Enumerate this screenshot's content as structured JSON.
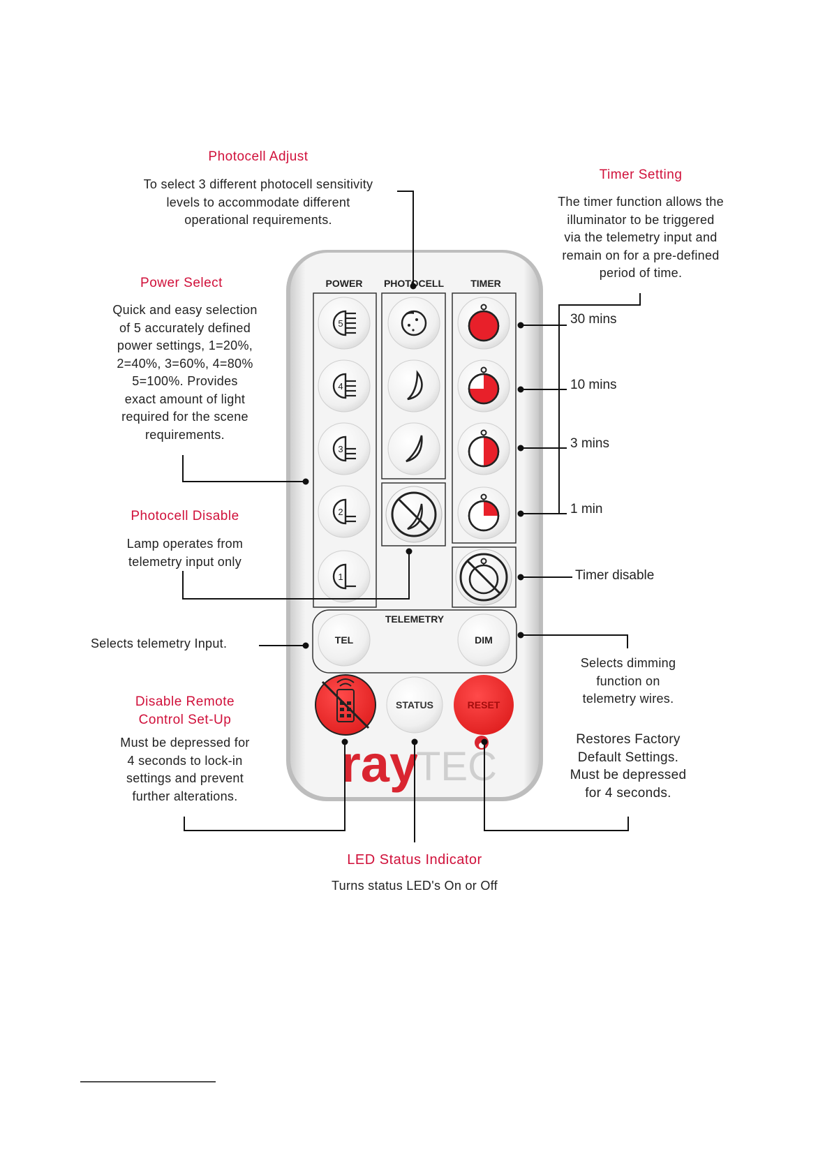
{
  "remote": {
    "columns": [
      "POWER",
      "PHOTOCELL",
      "TIMER"
    ],
    "telemetry_label": "TELEMETRY",
    "buttons": {
      "tel": "TEL",
      "dim": "DIM",
      "status": "STATUS",
      "reset": "RESET"
    },
    "power_levels": [
      "5",
      "4",
      "3",
      "2",
      "1"
    ],
    "timer_fractions": [
      1.0,
      0.75,
      0.5,
      0.25
    ],
    "logo": {
      "ray": "ray",
      "tec": "TEC"
    }
  },
  "callouts": {
    "photocell_adjust": {
      "title": "Photocell Adjust",
      "text": "To select 3 different photocell sensitivity\nlevels to accommodate different\noperational requirements."
    },
    "timer_setting": {
      "title": "Timer Setting",
      "text": "The timer function allows the\nilluminator to be triggered\nvia the telemetry input and\nremain on for a pre-defined\nperiod of time."
    },
    "power_select": {
      "title": "Power Select",
      "text": "Quick and easy selection\nof 5 accurately defined\npower settings, 1=20%,\n2=40%, 3=60%, 4=80%\n5=100%. Provides\nexact amount of light\nrequired for the scene\nrequirements."
    },
    "photocell_disable": {
      "title": "Photocell Disable",
      "text": "Lamp operates from\ntelemetry input only"
    },
    "telemetry_input": {
      "text": "Selects telemetry Input."
    },
    "dimming": {
      "text": "Selects dimming\nfunction on\ntelemetry wires."
    },
    "disable_remote": {
      "title": "Disable Remote\nControl Set-Up",
      "text": "Must be depressed for\n4 seconds to lock-in\nsettings and prevent\nfurther alterations."
    },
    "restore": {
      "text": "Restores Factory\nDefault Settings.\nMust be depressed\nfor 4 seconds."
    },
    "led_status": {
      "title": "LED Status Indicator",
      "text": "Turns status LED's On or Off"
    },
    "timer_values": [
      "30 mins",
      "10 mins",
      "3 mins",
      "1 min"
    ],
    "timer_disable": "Timer disable"
  },
  "colors": {
    "accent": "#e8202a",
    "title": "#d0103a",
    "line": "#111111"
  }
}
